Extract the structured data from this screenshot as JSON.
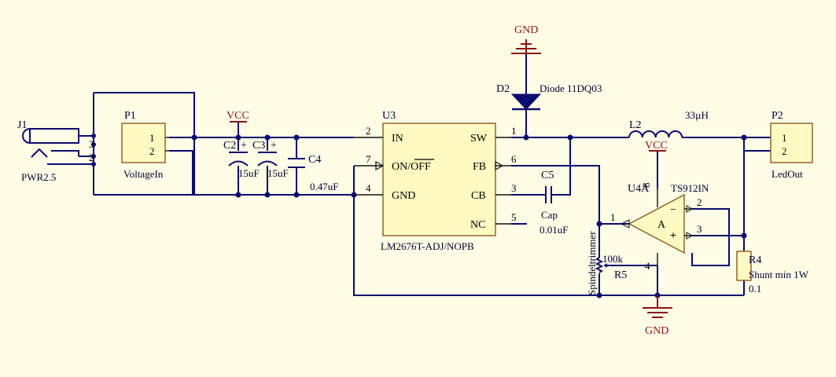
{
  "components": {
    "J1": {
      "designator": "J1",
      "value": "PWR2.5",
      "pins": [
        "3",
        "2"
      ]
    },
    "P1": {
      "designator": "P1",
      "value": "VoltageIn",
      "pins": [
        "1",
        "2"
      ]
    },
    "C2": {
      "designator": "C2",
      "value": "15uF"
    },
    "C3": {
      "designator": "C3",
      "value": "15uF"
    },
    "C4": {
      "designator": "C4",
      "value": "0.47uF"
    },
    "U3": {
      "designator": "U3",
      "value": "LM2676T-ADJ/NOPB",
      "pins": [
        {
          "num": "2",
          "name": "IN"
        },
        {
          "num": "7",
          "name": "ON/OFF"
        },
        {
          "num": "4",
          "name": "GND"
        },
        {
          "num": "1",
          "name": "SW"
        },
        {
          "num": "6",
          "name": "FB"
        },
        {
          "num": "3",
          "name": "CB"
        },
        {
          "num": "5",
          "name": "NC"
        }
      ]
    },
    "D2": {
      "designator": "D2",
      "value": "Diode 11DQ03"
    },
    "L2": {
      "designator": "L2",
      "value": "33µH"
    },
    "C5": {
      "designator": "C5",
      "value": "Cap",
      "value2": "0.01uF"
    },
    "U4A": {
      "designator": "U4A",
      "value": "TS912IN",
      "unit": "A",
      "pins": [
        "1",
        "2",
        "3",
        "4",
        "8"
      ]
    },
    "R5": {
      "designator": "R5",
      "value": "100k",
      "footprint": "Spindeltrimmer"
    },
    "R4": {
      "designator": "R4",
      "value": "Shunt min 1W",
      "value2": "0.1"
    },
    "P2": {
      "designator": "P2",
      "value": "LedOut",
      "pins": [
        "1",
        "2"
      ]
    }
  },
  "nets": {
    "vcc_left": "VCC",
    "vcc_right": "VCC",
    "gnd_top": "GND",
    "gnd_bottom": "GND"
  },
  "colors": {
    "wire": "#0a0a6e",
    "component_body": "#fffac2",
    "power_net": "#8a1414",
    "background": "#fffde6"
  }
}
